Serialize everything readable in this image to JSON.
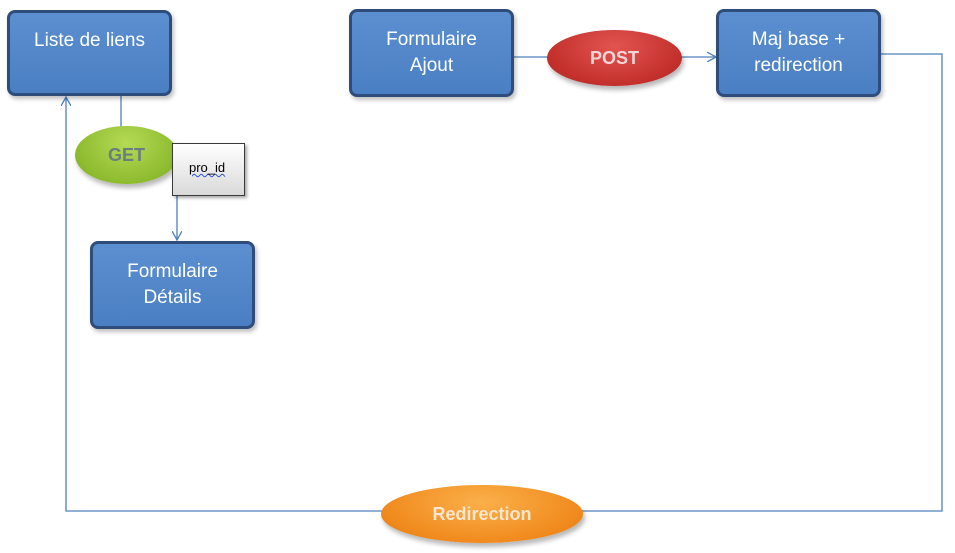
{
  "nodes": {
    "liste_liens": "Liste de liens",
    "formulaire_ajout": [
      "Formulaire",
      "Ajout"
    ],
    "maj_base": [
      "Maj base +",
      "redirection"
    ],
    "formulaire_details": [
      "Formulaire",
      "Détails"
    ]
  },
  "labels": {
    "get": "GET",
    "post": "POST",
    "redirection": "Redirection",
    "param": "pro_id"
  },
  "colors": {
    "box_fill": "#4f81bd",
    "box_border": "#2e4d7a",
    "connector": "#4f81bd",
    "get": "#8dbb2e",
    "post": "#c3302c",
    "redirection": "#f08a1d"
  }
}
